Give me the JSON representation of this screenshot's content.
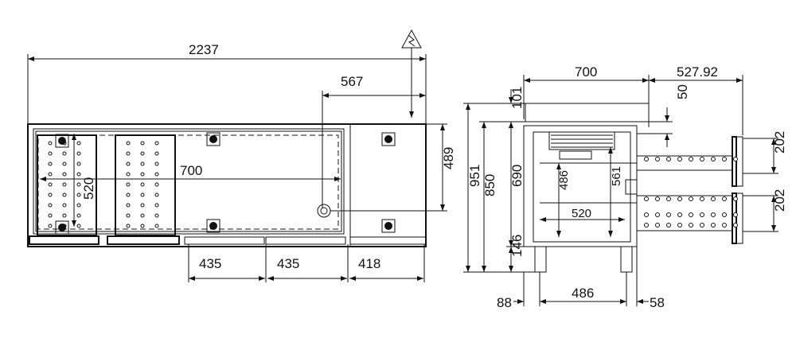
{
  "drawing": {
    "front_view": {
      "overall_width": "2237",
      "drain_offset": "567",
      "inner_width": "700",
      "inner_depth": "520",
      "side_height": "489",
      "door_widths": [
        "435",
        "435",
        "418"
      ]
    },
    "side_view": {
      "depth": "700",
      "drawer_extension": "527.92",
      "top_gap": "50",
      "total_height": "951",
      "counter_height": "850",
      "body_height": "690",
      "top_thickness": "101",
      "leg_height": "146",
      "leg_spacing": "486",
      "left_offset": "88",
      "right_offset": "58",
      "inner_width": "520",
      "inner_height_a": "486",
      "inner_height_b": "561",
      "drawer_heights": [
        "202",
        "202"
      ]
    }
  }
}
